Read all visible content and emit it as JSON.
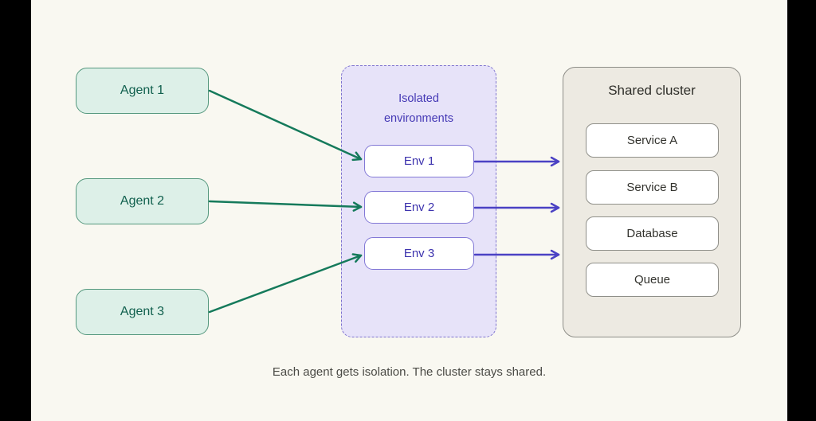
{
  "agents": [
    {
      "label": "Agent 1"
    },
    {
      "label": "Agent 2"
    },
    {
      "label": "Agent 3"
    }
  ],
  "isolated": {
    "title_lines": [
      "Isolated",
      "environments"
    ],
    "envs": [
      {
        "label": "Env 1"
      },
      {
        "label": "Env 2"
      },
      {
        "label": "Env 3"
      }
    ]
  },
  "cluster": {
    "title": "Shared cluster",
    "services": [
      {
        "label": "Service A"
      },
      {
        "label": "Service B"
      },
      {
        "label": "Database"
      },
      {
        "label": "Queue"
      }
    ]
  },
  "caption": {
    "text": "Each agent gets isolation. The cluster stays shared."
  },
  "colors": {
    "background": "#f9f8f1",
    "letterbox": "#000000",
    "agent_fill": "#ddf0e8",
    "agent_border": "#55987e",
    "agent_text": "#11604e",
    "env_container_fill": "#e7e3f9",
    "env_border": "#7d72cf",
    "env_text": "#3d33ae",
    "cluster_fill": "#edeae2",
    "cluster_border": "#8e8e88",
    "green_arrow": "#157a5b",
    "purple_arrow": "#4b42c4"
  }
}
